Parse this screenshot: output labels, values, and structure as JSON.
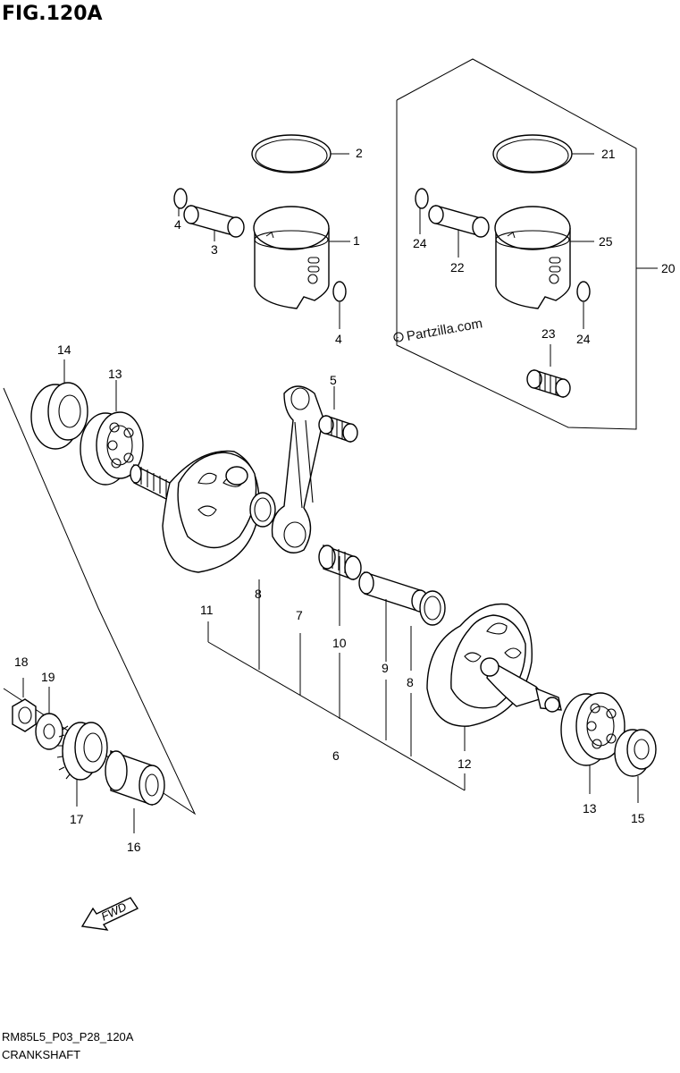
{
  "figure_title": "FIG.120A",
  "watermark": "Partzilla.com",
  "fwd_label": "FWD",
  "footer": {
    "code": "RM85L5_P03_P28_120A",
    "name": "CRANKSHAFT"
  },
  "callouts": [
    "1",
    "2",
    "3",
    "4",
    "4",
    "5",
    "6",
    "7",
    "8",
    "8",
    "9",
    "10",
    "11",
    "12",
    "13",
    "13",
    "14",
    "15",
    "16",
    "17",
    "18",
    "19",
    "20",
    "21",
    "22",
    "23",
    "24",
    "24",
    "25"
  ]
}
